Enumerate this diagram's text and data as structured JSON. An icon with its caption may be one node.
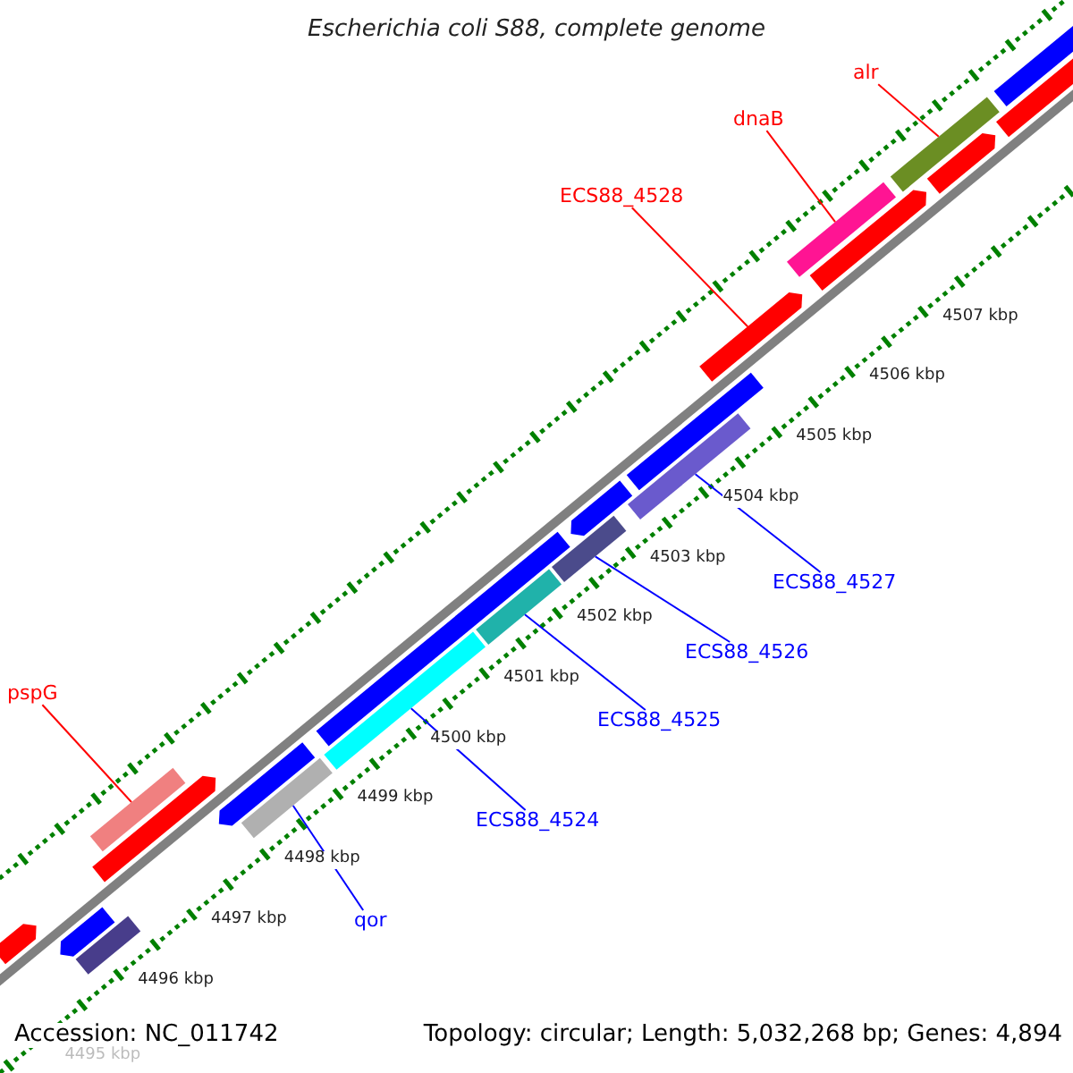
{
  "diagram": {
    "title": "Escherichia coli S88, complete genome",
    "nodes": [
      {
        "text": [
          "alr"
        ]
      },
      {
        "text": [
          "dnaB"
        ]
      },
      {
        "text": [
          "ECS88_4528"
        ]
      },
      {
        "text": [
          "pspG"
        ]
      },
      {
        "text": [
          "ECS88_4527"
        ]
      },
      {
        "text": [
          "ECS88_4526"
        ]
      },
      {
        "text": [
          "ECS88_4525"
        ]
      },
      {
        "text": [
          "ECS88_4524"
        ]
      },
      {
        "text": [
          "qor"
        ]
      },
      {
        "text": [],
        "shape": "bar"
      },
      {
        "text": [],
        "shape": "bar"
      },
      {
        "text": [],
        "shape": "bar"
      },
      {
        "text": [],
        "shape": "bar"
      },
      {
        "text": [],
        "shape": "bar"
      },
      {
        "text": [],
        "shape": "bar"
      },
      {
        "text": [],
        "shape": "bar"
      },
      {
        "text": [],
        "shape": "bar"
      },
      {
        "text": [],
        "shape": "bar"
      },
      {
        "text": [],
        "shape": "bar"
      },
      {
        "text": [],
        "shape": "bar"
      },
      {
        "text": [],
        "shape": "bar"
      },
      {
        "text": [],
        "shape": "bar"
      },
      {
        "text": [],
        "shape": "bar"
      },
      {
        "text": [],
        "shape": "bar"
      },
      {
        "text": [],
        "shape": "bar"
      },
      {
        "text": [],
        "shape": "bar"
      },
      {
        "text": [],
        "shape": "bar"
      },
      {
        "text": [],
        "shape": "bar"
      },
      {
        "text": [],
        "shape": "bar"
      },
      {
        "text": [],
        "shape": "bar"
      }
    ],
    "edges": [
      {
        "from": 0,
        "to": 9,
        "arrow": "none",
        "color": "#ff0000"
      },
      {
        "from": 1,
        "to": 10,
        "arrow": "none",
        "color": "#ff0000"
      },
      {
        "from": 2,
        "to": 11,
        "arrow": "none",
        "color": "#ff0000"
      },
      {
        "from": 3,
        "to": 12,
        "arrow": "none",
        "color": "#ff0000"
      },
      {
        "from": 4,
        "to": 13,
        "arrow": "none"
      },
      {
        "from": 5,
        "to": 14,
        "arrow": "none"
      },
      {
        "from": 6,
        "to": 15,
        "arrow": "none"
      },
      {
        "from": 7,
        "to": 16,
        "arrow": "none"
      },
      {
        "from": 8,
        "to": 17,
        "arrow": "none"
      }
    ],
    "labels": [
      "4507 kbp",
      "4506 kbp",
      "4505 kbp",
      "4504 kbp",
      "4503 kbp",
      "4502 kbp",
      "4501 kbp",
      "4500 kbp",
      "4499 kbp",
      "4498 kbp",
      "4497 kbp",
      "4496 kbp",
      "Accession: NC_011742",
      "Topology: circular; Length: 5,032,268 bp; Genes: 4,894",
      "4495 kbp"
    ]
  }
}
